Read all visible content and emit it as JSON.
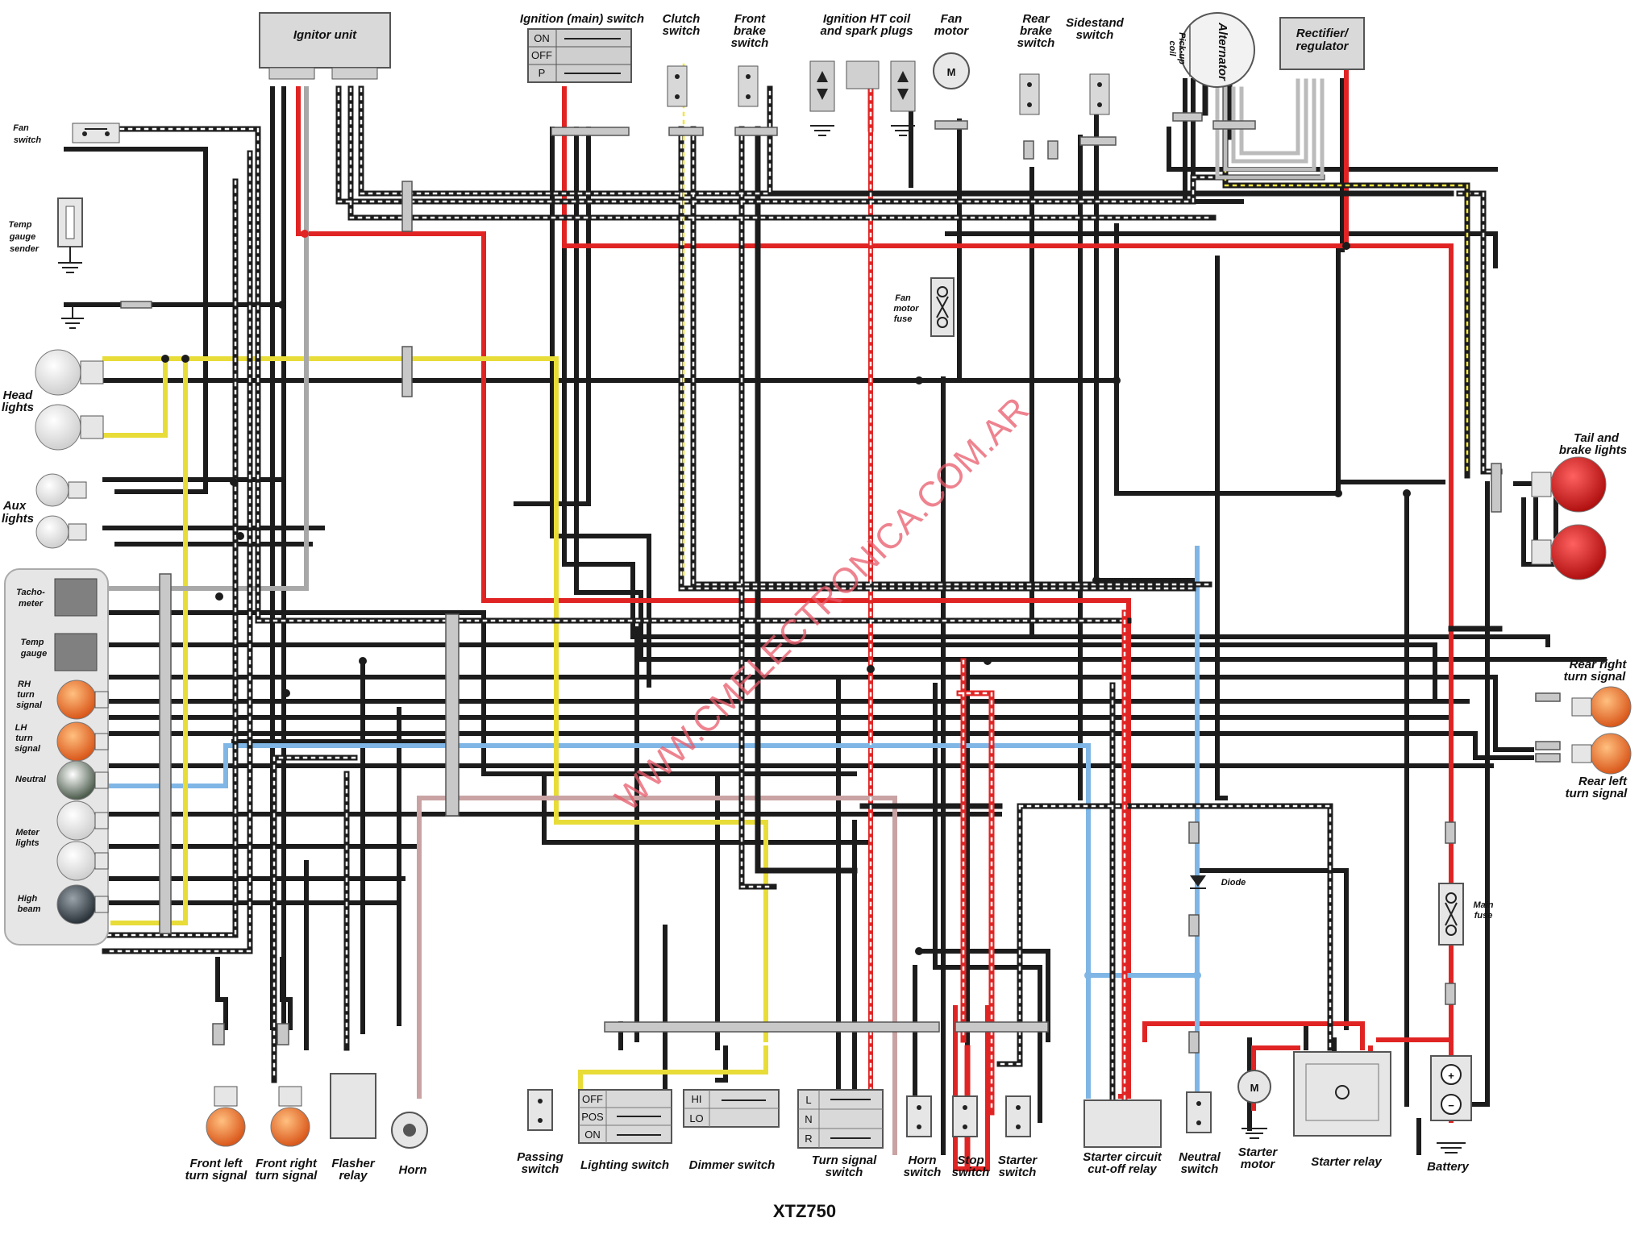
{
  "title": "XTZ750",
  "watermark": "WWW.CMELECTRONICA.COM.AR",
  "labels": {
    "ignitor_unit": "Ignitor unit",
    "ignition_switch": "Ignition (main) switch",
    "clutch_1": "Clutch",
    "clutch_2": "switch",
    "front_brake_1": "Front",
    "front_brake_2": "brake",
    "front_brake_3": "switch",
    "ignition_ht_1": "Ignition HT  coil",
    "ignition_ht_2": "and spark plugs",
    "fan_motor_1": "Fan",
    "fan_motor_2": "motor",
    "rear_brake_1": "Rear",
    "rear_brake_2": "brake",
    "rear_brake_3": "switch",
    "sidestand_1": "Sidestand",
    "sidestand_2": "switch",
    "alternator": "Alternator",
    "pickup_1": "Pick-up",
    "pickup_2": "coil",
    "rectifier_1": "Rectifier/",
    "rectifier_2": "regulator",
    "fan_switch_1": "Fan",
    "fan_switch_2": "switch",
    "temp_sender_1": "Temp",
    "temp_sender_2": "gauge",
    "temp_sender_3": "sender",
    "head_lights_1": "Head",
    "head_lights_2": "lights",
    "aux_lights_1": "Aux",
    "aux_lights_2": "lights",
    "tachometer_1": "Tacho-",
    "tachometer_2": "meter",
    "temp_gauge_1": "Temp",
    "temp_gauge_2": "gauge",
    "rh_turn_1": "RH",
    "rh_turn_2": "turn",
    "rh_turn_3": "signal",
    "lh_turn_1": "LH",
    "lh_turn_2": "turn",
    "lh_turn_3": "signal",
    "neutral": "Neutral",
    "meter_lights_1": "Meter",
    "meter_lights_2": "lights",
    "high_beam_1": "High",
    "high_beam_2": "beam",
    "fan_fuse_1": "Fan",
    "fan_fuse_2": "motor",
    "fan_fuse_3": "fuse",
    "tail_1": "Tail and",
    "tail_2": "brake lights",
    "rear_right_1": "Rear right",
    "rear_right_2": "turn signal",
    "rear_left_1": "Rear left",
    "rear_left_2": "turn signal",
    "diode": "Diode",
    "main_fuse_1": "Main",
    "main_fuse_2": "fuse",
    "front_left_1": "Front left",
    "front_left_2": "turn signal",
    "front_right_1": "Front right",
    "front_right_2": "turn signal",
    "flasher_1": "Flasher",
    "flasher_2": "relay",
    "horn": "Horn",
    "passing_1": "Passing",
    "passing_2": "switch",
    "lighting_switch": "Lighting switch",
    "dimmer_switch": "Dimmer switch",
    "turn_switch_1": "Turn signal",
    "turn_switch_2": "switch",
    "horn_switch_1": "Horn",
    "horn_switch_2": "switch",
    "stop_switch_1": "Stop",
    "stop_switch_2": "switch",
    "starter_switch_1": "Starter",
    "starter_switch_2": "switch",
    "cutoff_1": "Starter circuit",
    "cutoff_2": "cut-off relay",
    "neutral_switch_1": "Neutral",
    "neutral_switch_2": "switch",
    "starter_motor_1": "Starter",
    "starter_motor_2": "motor",
    "starter_relay": "Starter relay",
    "battery": "Battery"
  },
  "switch_positions": {
    "ignition": [
      "ON",
      "OFF",
      "P"
    ],
    "lighting": [
      "OFF",
      "POS",
      "ON"
    ],
    "dimmer": [
      "HI",
      "LO"
    ],
    "turn": [
      "L",
      "N",
      "R"
    ]
  },
  "symbols": {
    "motor": "M",
    "plus": "+",
    "minus": "−"
  },
  "colors": {
    "black": "#1c1c1c",
    "red": "#e02424",
    "yellow": "#f2e640",
    "blue": "#7fb6e6",
    "grey": "#a8a8a8",
    "pink": "#c9a3a3",
    "orange_bulb": "#e8702a",
    "red_bulb": "#cf1f1f",
    "panel": "#e6e6e6"
  }
}
